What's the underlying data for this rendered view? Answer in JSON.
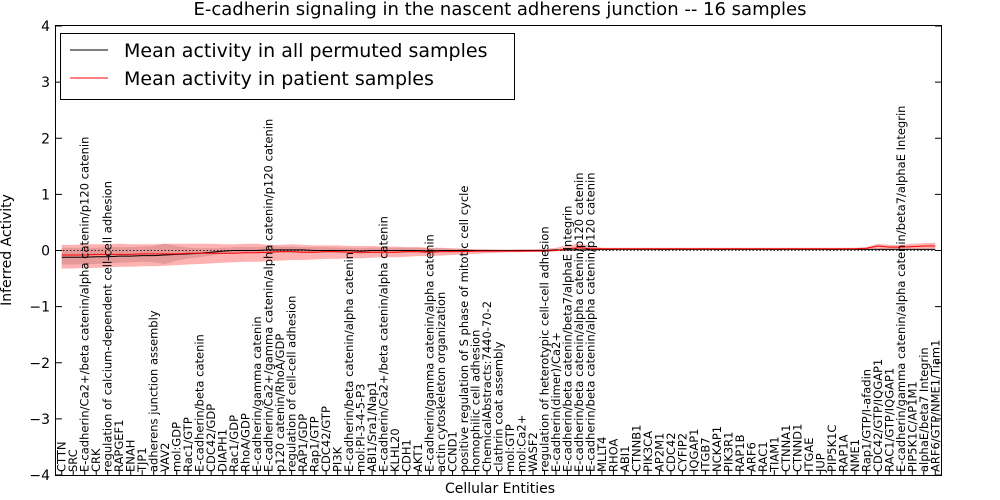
{
  "chart_data": {
    "type": "line",
    "title": "E-cadherin signaling in the nascent adherens junction -- 16 samples",
    "xlabel": "Cellular Entities",
    "ylabel": "Inferred Activity",
    "ylim": [
      -4,
      4
    ],
    "yticks": [
      "−4",
      "−3",
      "−2",
      "−1",
      "0",
      "1",
      "2",
      "3",
      "4"
    ],
    "legend_position": "top-left",
    "baseline": 0,
    "categories": [
      "CTTN",
      "SRC",
      "E-cadherin/Ca2+/beta catenin/alpha catenin/p120 catenin",
      "CRK",
      "regulation of calcium-dependent cell-cell adhesion",
      "RAPGEF1",
      "ENAH",
      "TJP1",
      "adherens junction assembly",
      "VAV2",
      "mol:GDP",
      "Rac1/GTP",
      "E-cadherin/beta catenin",
      "CDC42/GDP",
      "DIAPH1",
      "Rac1/GDP",
      "RhoA/GDP",
      "E-cadherin/gamma catenin",
      "E-cadherin/Ca2+/gamma catenin/alpha catenin/p120 catenin",
      "p120 catenin/RhoA/GDP",
      "regulation of cell-cell adhesion",
      "RAP1/GDP",
      "Rap1/GTP",
      "CDC42/GTP",
      "PI3K",
      "E-cadherin/beta catenin/alpha catenin",
      "mol:PI-3-4-5-P3",
      "ABI1/Sra1/Nap1",
      "E-cadherin/Ca2+/beta catenin/alpha catenin",
      "KLHL20",
      "CDH1",
      "AKT1",
      "E-cadherin/gamma catenin/alpha catenin",
      "actin cytoskeleton organization",
      "CCND1",
      "positive regulation of S phase of mitotic cell cycle",
      "homophilic cell adhesion",
      "ChemicalAbstracts:7440-70-2",
      "clathrin coat assembly",
      "mol:GTP",
      "mol:Ca2+",
      "WASF2",
      "regulation of heterotypic cell-cell adhesion",
      "E-cadherin(dimer)/Ca2+",
      "E-cadherin/beta catenin/beta7/alphaE Integrin",
      "E-cadherin/beta catenin/alpha catenin/p120 catenin",
      "E-cadherin/beta catenin/alpha catenin/p120 catenin",
      "MLLT4",
      "RHOA",
      "ABI1",
      "CTNNB1",
      "PIK3CA",
      "AP2M1",
      "CDC42",
      "CYFIP2",
      "IQGAP1",
      "ITGB7",
      "NCKAP1",
      "PIK3R1",
      "RAP1B",
      "ARF6",
      "RAC1",
      "TIAM1",
      "CTNNA1",
      "CTNND1",
      "ITGAE",
      "JUP",
      "PIP5K1C",
      "RAP1A",
      "NME1",
      "Rap1/GTP/I-afadin",
      "CDC42/GTP/IQGAP1",
      "RAC1/GTP/IQGAP1",
      "E-cadherin/gamma catenin/alpha catenin/beta7/alphaE Integrin",
      "PIP5K1C/AP1M1",
      "alphaE/beta7 Integrin",
      "ARF6/GTP/NME1/Tiam1"
    ],
    "series": [
      {
        "name": "Mean activity in all permuted samples",
        "color": "#000000",
        "values": [
          -0.12,
          -0.12,
          -0.12,
          -0.11,
          -0.11,
          -0.1,
          -0.1,
          -0.09,
          -0.09,
          -0.08,
          -0.07,
          -0.06,
          -0.05,
          -0.03,
          -0.01,
          0.0,
          0.0,
          0.0,
          0.01,
          0.01,
          0.01,
          0.01,
          0.0,
          0.0,
          0.0,
          0.0,
          -0.01,
          0.0,
          0.0,
          0.0,
          0.0,
          0.0,
          -0.01,
          0.0,
          0.0,
          0.0,
          0.0,
          0.0,
          0.0,
          0.0,
          0.0,
          0.0,
          0.0,
          0.01,
          0.01,
          0.01,
          0.01,
          0.02,
          0.02,
          0.02,
          0.02,
          0.02,
          0.02,
          0.02,
          0.02,
          0.02,
          0.02,
          0.02,
          0.02,
          0.02,
          0.02,
          0.02,
          0.02,
          0.02,
          0.02,
          0.02,
          0.02,
          0.02,
          0.02,
          0.02,
          0.02,
          0.02,
          0.02,
          0.02,
          0.02,
          0.02,
          0.02
        ]
      },
      {
        "name": "Mean activity in patient samples",
        "color": "#ff0000",
        "values": [
          -0.08,
          -0.08,
          -0.08,
          -0.07,
          -0.07,
          -0.07,
          -0.07,
          -0.06,
          -0.06,
          -0.06,
          -0.06,
          -0.05,
          -0.05,
          -0.05,
          -0.05,
          -0.05,
          -0.04,
          -0.04,
          -0.03,
          -0.02,
          -0.02,
          -0.03,
          -0.03,
          -0.02,
          -0.02,
          -0.03,
          -0.03,
          -0.03,
          -0.03,
          -0.03,
          -0.02,
          -0.02,
          -0.03,
          -0.02,
          -0.02,
          -0.02,
          -0.01,
          -0.01,
          -0.01,
          -0.01,
          -0.01,
          -0.01,
          -0.01,
          0.0,
          0.03,
          0.05,
          0.03,
          0.03,
          0.03,
          0.03,
          0.03,
          0.03,
          0.03,
          0.03,
          0.03,
          0.03,
          0.03,
          0.03,
          0.03,
          0.03,
          0.03,
          0.03,
          0.03,
          0.03,
          0.03,
          0.03,
          0.03,
          0.03,
          0.03,
          0.03,
          0.04,
          0.08,
          0.06,
          0.06,
          0.07,
          0.08,
          0.08
        ]
      }
    ],
    "band": {
      "color": "#ff0000",
      "opacity": 0.3,
      "lower": [
        -0.32,
        -0.32,
        -0.31,
        -0.31,
        -0.3,
        -0.29,
        -0.29,
        -0.28,
        -0.28,
        -0.27,
        -0.26,
        -0.25,
        -0.24,
        -0.23,
        -0.22,
        -0.21,
        -0.2,
        -0.2,
        -0.19,
        -0.18,
        -0.17,
        -0.17,
        -0.16,
        -0.15,
        -0.15,
        -0.14,
        -0.14,
        -0.13,
        -0.12,
        -0.12,
        -0.11,
        -0.1,
        -0.1,
        -0.09,
        -0.08,
        -0.07,
        -0.06,
        -0.05,
        -0.04,
        -0.03,
        -0.03,
        -0.02,
        -0.02,
        -0.01,
        -0.01,
        0.0,
        0.0,
        0.01,
        0.01,
        0.01,
        0.01,
        0.01,
        0.01,
        0.01,
        0.01,
        0.01,
        0.01,
        0.01,
        0.01,
        0.01,
        0.01,
        0.01,
        0.01,
        0.01,
        0.01,
        0.01,
        0.01,
        0.01,
        0.01,
        0.01,
        0.01,
        0.02,
        0.02,
        0.02,
        0.03,
        0.03,
        0.03
      ],
      "upper": [
        0.1,
        0.1,
        0.11,
        0.11,
        0.11,
        0.12,
        0.11,
        0.11,
        0.11,
        0.12,
        0.12,
        0.12,
        0.12,
        0.12,
        0.11,
        0.11,
        0.12,
        0.12,
        0.1,
        0.1,
        0.11,
        0.1,
        0.09,
        0.09,
        0.09,
        0.08,
        0.08,
        0.08,
        0.07,
        0.07,
        0.06,
        0.06,
        0.05,
        0.05,
        0.04,
        0.03,
        0.02,
        0.02,
        0.01,
        0.01,
        0.02,
        0.02,
        0.03,
        0.05,
        0.09,
        0.12,
        0.09,
        0.05,
        0.05,
        0.05,
        0.05,
        0.05,
        0.05,
        0.05,
        0.05,
        0.05,
        0.05,
        0.05,
        0.05,
        0.05,
        0.05,
        0.05,
        0.05,
        0.05,
        0.05,
        0.05,
        0.05,
        0.05,
        0.05,
        0.05,
        0.06,
        0.12,
        0.1,
        0.1,
        0.12,
        0.13,
        0.14
      ]
    },
    "grey_band": {
      "color": "#b0b0b0",
      "opacity": 0.45,
      "lower": [
        -0.25,
        -0.25,
        -0.24,
        -0.24,
        -0.23,
        -0.22,
        -0.21,
        -0.2,
        -0.21,
        -0.24,
        -0.18,
        -0.14,
        -0.12,
        -0.09,
        -0.06,
        -0.05,
        -0.05,
        -0.04,
        -0.04,
        -0.04,
        -0.04,
        -0.05,
        -0.04,
        -0.04,
        -0.05,
        -0.05,
        -0.06,
        -0.05,
        -0.05,
        -0.05,
        -0.04,
        -0.04,
        -0.05,
        -0.03,
        -0.03,
        -0.02,
        -0.02,
        -0.02,
        -0.02,
        -0.02,
        -0.02,
        -0.02,
        -0.01,
        -0.01,
        0.0,
        0.0,
        0.0,
        0.01,
        0.01,
        0.01,
        0.01,
        0.01,
        0.01,
        0.01,
        0.01,
        0.01,
        0.01,
        0.01,
        0.01,
        0.01,
        0.01,
        0.01,
        0.01,
        0.01,
        0.01,
        0.01,
        0.01,
        0.01,
        0.01,
        0.01,
        0.01,
        0.01,
        0.01,
        0.01,
        0.01,
        0.01,
        0.01
      ],
      "upper": [
        0.05,
        0.05,
        0.05,
        0.05,
        0.06,
        0.06,
        0.06,
        0.07,
        0.08,
        0.12,
        0.08,
        0.05,
        0.04,
        0.04,
        0.05,
        0.06,
        0.06,
        0.06,
        0.07,
        0.07,
        0.07,
        0.06,
        0.06,
        0.06,
        0.05,
        0.05,
        0.04,
        0.05,
        0.05,
        0.05,
        0.05,
        0.05,
        0.04,
        0.04,
        0.03,
        0.03,
        0.02,
        0.02,
        0.02,
        0.02,
        0.02,
        0.02,
        0.02,
        0.02,
        0.03,
        0.03,
        0.03,
        0.03,
        0.03,
        0.03,
        0.03,
        0.03,
        0.03,
        0.03,
        0.03,
        0.03,
        0.03,
        0.03,
        0.03,
        0.03,
        0.03,
        0.03,
        0.03,
        0.03,
        0.03,
        0.03,
        0.03,
        0.03,
        0.03,
        0.03,
        0.03,
        0.03,
        0.03,
        0.03,
        0.03,
        0.03,
        0.03
      ]
    }
  }
}
